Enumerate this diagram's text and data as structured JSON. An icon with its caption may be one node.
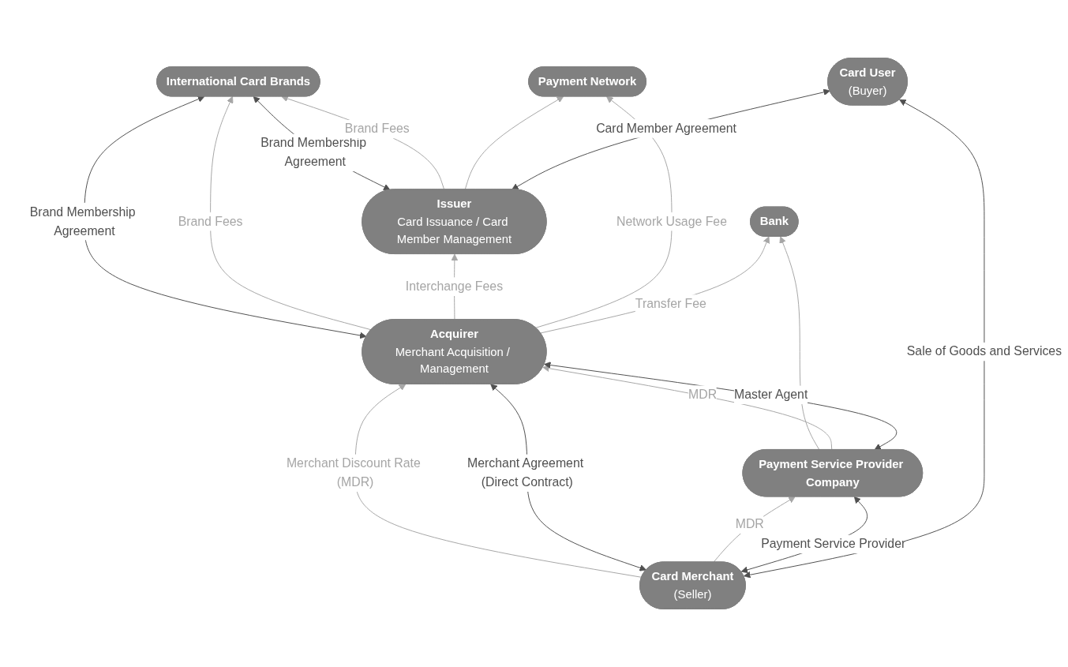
{
  "diagram": {
    "nodes": [
      {
        "text": [
          "International Card Brands"
        ]
      },
      {
        "text": [
          "Acquirer",
          "Merchant Acquisition / Management"
        ]
      },
      {
        "text": [
          "Issuer",
          "Card Issuance / Card Member Management"
        ]
      },
      {
        "text": [
          "Payment Network"
        ]
      },
      {
        "text": [
          "Payment Service Provider Company"
        ]
      },
      {
        "text": [
          "Bank"
        ]
      },
      {
        "text": [
          "Card Merchant",
          "(Seller)"
        ]
      },
      {
        "text": [
          "Card User",
          "(Buyer)"
        ]
      }
    ],
    "edges": [
      {
        "from": 1,
        "to": 0,
        "arrow": "both",
        "label": "Brand Membership Agreement",
        "color": "#505050"
      },
      {
        "from": 1,
        "to": 0,
        "arrow": "to",
        "label": "Brand Fees"
      },
      {
        "from": 2,
        "to": 0,
        "arrow": "both",
        "label": "Brand Membership Agreement",
        "color": "#505050"
      },
      {
        "from": 2,
        "to": 0,
        "arrow": "to",
        "label": "Brand Fees"
      },
      {
        "from": 1,
        "to": 2,
        "arrow": "to",
        "label": "Interchange Fees"
      },
      {
        "from": 1,
        "to": 3,
        "arrow": "to",
        "label": "Network Usage Fee"
      },
      {
        "from": 2,
        "to": 3,
        "arrow": "to"
      },
      {
        "from": 1,
        "to": 5,
        "arrow": "to",
        "label": "Transfer Fee"
      },
      {
        "from": 4,
        "to": 5,
        "arrow": "to"
      },
      {
        "from": 6,
        "to": 1,
        "arrow": "to",
        "label": "Merchant Discount Rate (MDR)"
      },
      {
        "from": 6,
        "to": 1,
        "arrow": "both",
        "label": "Merchant Agreement (Direct Contract)",
        "color": "#505050"
      },
      {
        "from": 4,
        "to": 1,
        "arrow": "to",
        "label": "MDR"
      },
      {
        "from": 4,
        "to": 1,
        "arrow": "both",
        "label": "Master Agent",
        "color": "#505050"
      },
      {
        "from": 6,
        "to": 4,
        "arrow": "to",
        "label": "MDR"
      },
      {
        "from": 6,
        "to": 4,
        "arrow": "both",
        "label": "Payment Service Provider",
        "color": "#505050"
      },
      {
        "from": 6,
        "to": 7,
        "arrow": "both",
        "label": "Sale of Goods and Services",
        "color": "#505050"
      },
      {
        "from": 2,
        "to": 7,
        "arrow": "both",
        "label": "Card Member Agreement",
        "color": "#505050"
      }
    ]
  }
}
